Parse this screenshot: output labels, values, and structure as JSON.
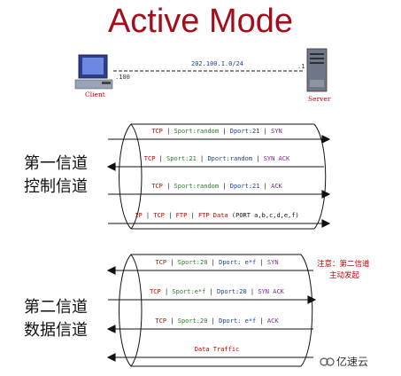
{
  "title": "Active Mode",
  "network": {
    "subnet": "202.100.1.0/24",
    "client_host": ".100",
    "server_host": ".1",
    "client_label": "Client",
    "server_label": "Server"
  },
  "channel1": {
    "label_line1": "第一信道",
    "label_line2": "控制信道",
    "rows": [
      {
        "direction": "right",
        "segments": [
          {
            "text": "TCP",
            "color": "red"
          },
          {
            "text": " | ",
            "color": "black"
          },
          {
            "text": "Sport:random",
            "color": "green"
          },
          {
            "text": " | ",
            "color": "black"
          },
          {
            "text": "Dport:21",
            "color": "blue"
          },
          {
            "text": " | ",
            "color": "black"
          },
          {
            "text": "SYN",
            "color": "purple"
          }
        ]
      },
      {
        "direction": "left",
        "segments": [
          {
            "text": "TCP",
            "color": "red"
          },
          {
            "text": " | ",
            "color": "black"
          },
          {
            "text": "Sport:21",
            "color": "green"
          },
          {
            "text": " | ",
            "color": "black"
          },
          {
            "text": "Dport:random",
            "color": "blue"
          },
          {
            "text": " | ",
            "color": "black"
          },
          {
            "text": "SYN ACK",
            "color": "purple"
          }
        ]
      },
      {
        "direction": "right",
        "segments": [
          {
            "text": "TCP",
            "color": "red"
          },
          {
            "text": " | ",
            "color": "black"
          },
          {
            "text": "Sport:random",
            "color": "green"
          },
          {
            "text": " | ",
            "color": "black"
          },
          {
            "text": "Dport:21",
            "color": "blue"
          },
          {
            "text": " | ",
            "color": "black"
          },
          {
            "text": "ACK",
            "color": "purple"
          }
        ]
      },
      {
        "direction": "right",
        "segments": [
          {
            "text": "IP",
            "color": "red"
          },
          {
            "text": " | ",
            "color": "black"
          },
          {
            "text": "TCP",
            "color": "red"
          },
          {
            "text": " | ",
            "color": "black"
          },
          {
            "text": "FTP",
            "color": "red"
          },
          {
            "text": " | ",
            "color": "black"
          },
          {
            "text": "FTP Data",
            "color": "red"
          },
          {
            "text": " (PORT a,b,c,d,e,f)",
            "color": "black"
          }
        ]
      }
    ]
  },
  "channel2": {
    "label_line1": "第二信道",
    "label_line2": "数据信道",
    "note_line1": "注意：第二信道",
    "note_line2": "主动发起",
    "rows": [
      {
        "direction": "left",
        "segments": [
          {
            "text": "TCP",
            "color": "red"
          },
          {
            "text": " | ",
            "color": "black"
          },
          {
            "text": "Sport:20",
            "color": "green"
          },
          {
            "text": " | ",
            "color": "black"
          },
          {
            "text": "Dport: e*f",
            "color": "blue"
          },
          {
            "text": " | ",
            "color": "black"
          },
          {
            "text": "SYN",
            "color": "purple"
          }
        ]
      },
      {
        "direction": "right",
        "segments": [
          {
            "text": "TCP",
            "color": "red"
          },
          {
            "text": " | ",
            "color": "black"
          },
          {
            "text": "Sport:e*f",
            "color": "green"
          },
          {
            "text": " | ",
            "color": "black"
          },
          {
            "text": "Dport:20",
            "color": "blue"
          },
          {
            "text": " | ",
            "color": "black"
          },
          {
            "text": "SYN ACK",
            "color": "purple"
          }
        ]
      },
      {
        "direction": "left",
        "segments": [
          {
            "text": "TCP",
            "color": "red"
          },
          {
            "text": " | ",
            "color": "black"
          },
          {
            "text": "Sport:20",
            "color": "green"
          },
          {
            "text": " | ",
            "color": "black"
          },
          {
            "text": "Dport: e*f",
            "color": "blue"
          },
          {
            "text": " | ",
            "color": "black"
          },
          {
            "text": "ACK",
            "color": "purple"
          }
        ]
      },
      {
        "direction": "left",
        "segments": [
          {
            "text": "Data Traffic",
            "color": "red"
          }
        ]
      }
    ]
  },
  "watermark": "亿速云",
  "colors": {
    "title": "#a50d1a",
    "red": "#c00000",
    "green": "#2a7a2a",
    "blue": "#1f3f8f",
    "purple": "#7a2a8a"
  }
}
